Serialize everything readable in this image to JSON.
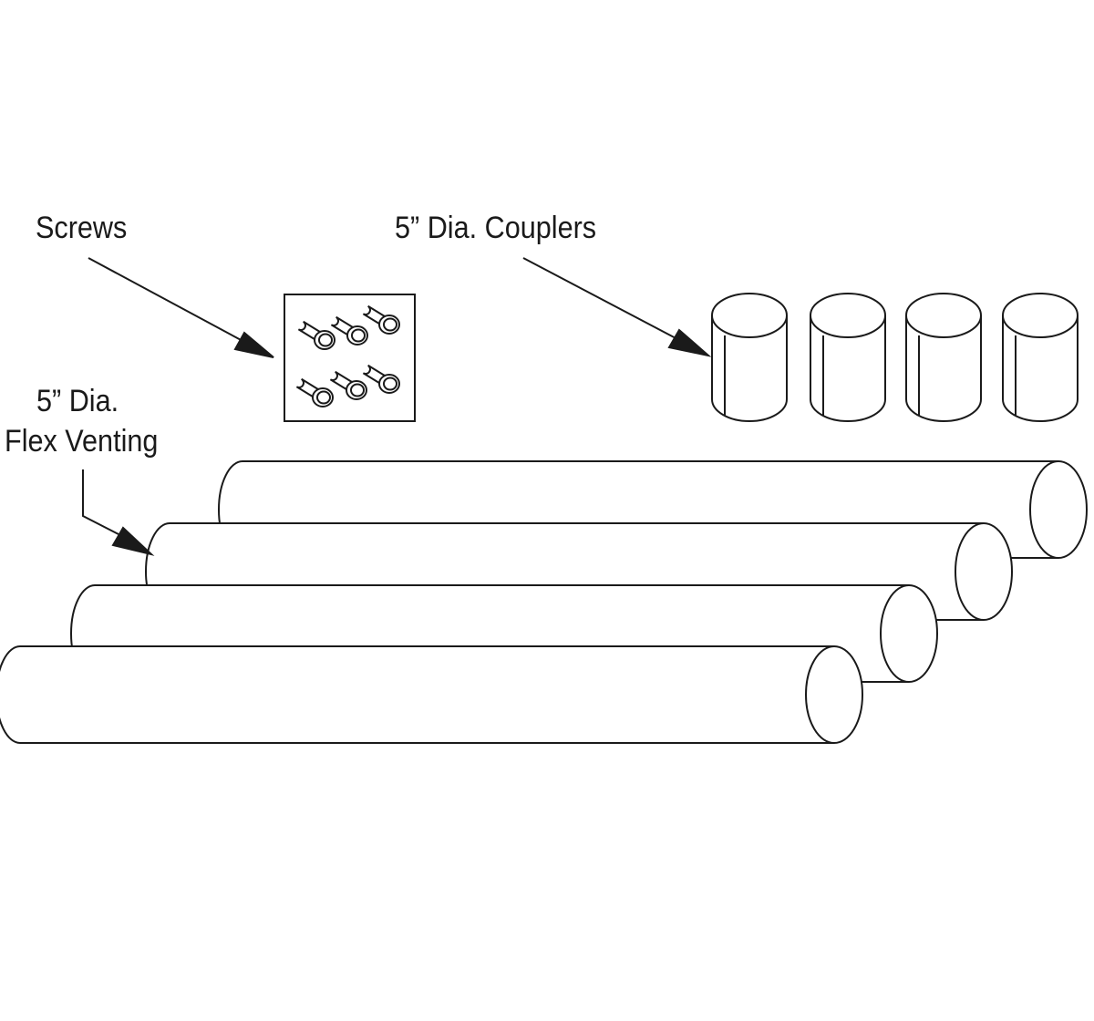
{
  "labels": {
    "screws": "Screws",
    "couplers": "5” Dia. Couplers",
    "flex_line1": "5” Dia.",
    "flex_line2": "Flex Venting"
  },
  "parts": {
    "screw_count": 6,
    "coupler_count": 4,
    "vent_pipe_count": 4
  },
  "colors": {
    "stroke": "#1a1a1a",
    "fill": "#ffffff"
  }
}
